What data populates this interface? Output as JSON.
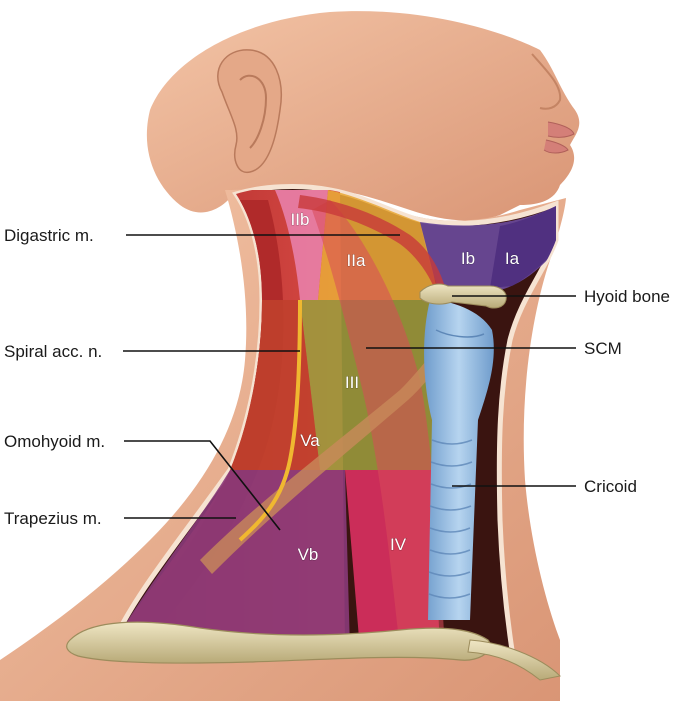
{
  "zones": {
    "Ia": "Ia",
    "Ib": "Ib",
    "IIa": "IIa",
    "IIb": "IIb",
    "III": "III",
    "IV": "IV",
    "Va": "Va",
    "Vb": "Vb"
  },
  "callouts": {
    "digastric": "Digastric m.",
    "spiral_acc": "Spiral acc. n.",
    "omohyoid": "Omohyoid m.",
    "trapezius": "Trapezius m.",
    "hyoid": "Hyoid bone",
    "scm": "SCM",
    "cricoid": "Cricoid"
  },
  "colors": {
    "skin": "#edb595",
    "skin_shade": "#d99877",
    "cavity": "#3a1410",
    "muscle": "#c8383a",
    "zone_I": "#6a4a9a",
    "zone_IIa": "#e8a838",
    "zone_IIb": "#e880a8",
    "zone_III": "#9c9c3c",
    "zone_IV": "#d83060",
    "zone_Vb": "#8a3a7a",
    "trachea": "#8fb8e0",
    "bone": "#d8cca0",
    "nerve": "#f0b830"
  }
}
